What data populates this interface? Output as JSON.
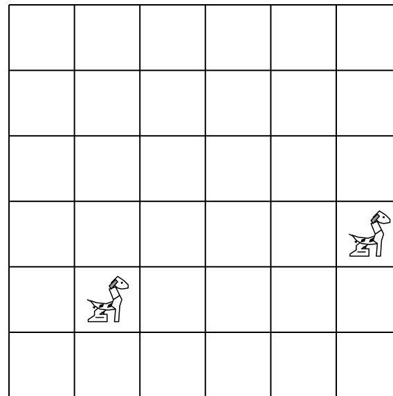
{
  "board": {
    "rows": 6,
    "cols": 6,
    "line_color": "#000000",
    "background": "#ffffff"
  },
  "pieces": [
    {
      "icon": "dog-icon",
      "row": 3,
      "col": 5
    },
    {
      "icon": "dog-icon",
      "row": 4,
      "col": 1
    }
  ],
  "colors": {
    "ear": "#9a9a9a",
    "outline": "#000000",
    "fill": "#ffffff"
  }
}
